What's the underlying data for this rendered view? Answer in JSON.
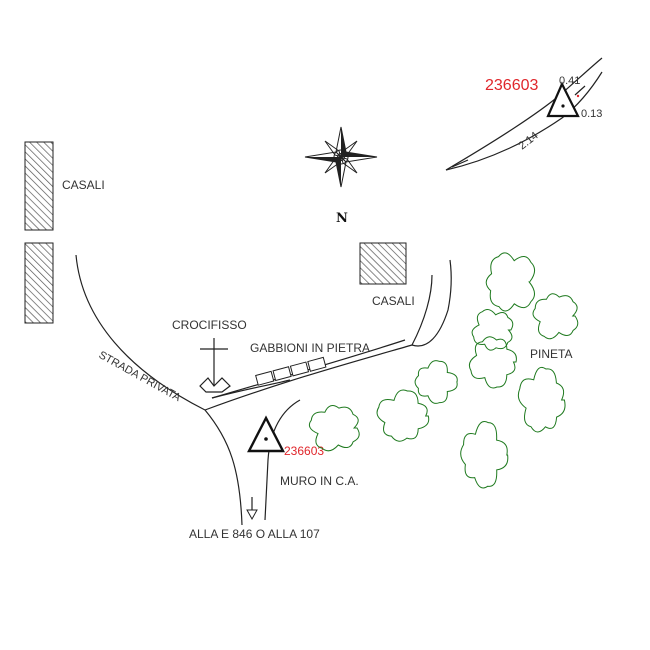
{
  "labels": {
    "casali_left": "CASALI",
    "casali_right": "CASALI",
    "crocifisso": "CROCIFISSO",
    "gabbioni": "GABBIONI IN PIETRA",
    "pineta": "PINETA",
    "strada": "STRADA PRIVATA",
    "muro": "MURO IN C.A.",
    "destination": "ALLA E 846 O ALLA 107",
    "north": "N"
  },
  "points": {
    "main_id": "236603",
    "inset_id": "236603",
    "inset_dist_top": "0.41",
    "inset_dist_right": "0.13",
    "inset_dist_diag": "2.14"
  },
  "colors": {
    "ink": "#222222",
    "point_label": "#e0262b",
    "trees": "#1f7a1f",
    "hatch": "#555555"
  },
  "icons": [
    "compass-rose-icon",
    "survey-triangle-icon",
    "crucifix-icon",
    "arrow-down-icon",
    "tree-icon"
  ]
}
